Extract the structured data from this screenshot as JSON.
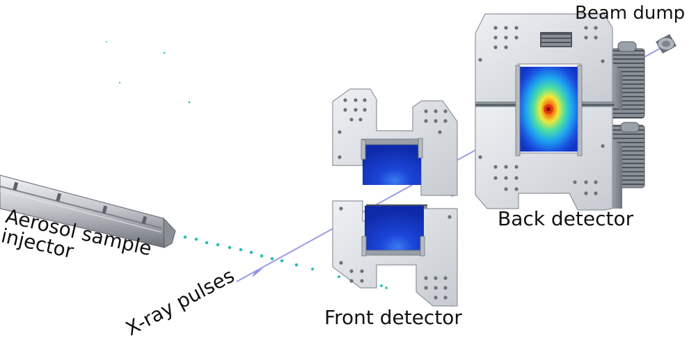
{
  "labels": {
    "beam_dump": "Beam dump",
    "back_detector": "Back detector",
    "front_detector": "Front detector",
    "xray_pulses": "X-ray pulses",
    "aerosol_line1": "Aerosol sample",
    "aerosol_line2": "injector"
  },
  "colors": {
    "beam": "#9a9ce6",
    "particles": "#27c2b2",
    "panel": "#d2d5da",
    "panel_edge": "#8e939b",
    "sensor_blue": "#1238c8",
    "hot_spot": "#e03a10"
  }
}
